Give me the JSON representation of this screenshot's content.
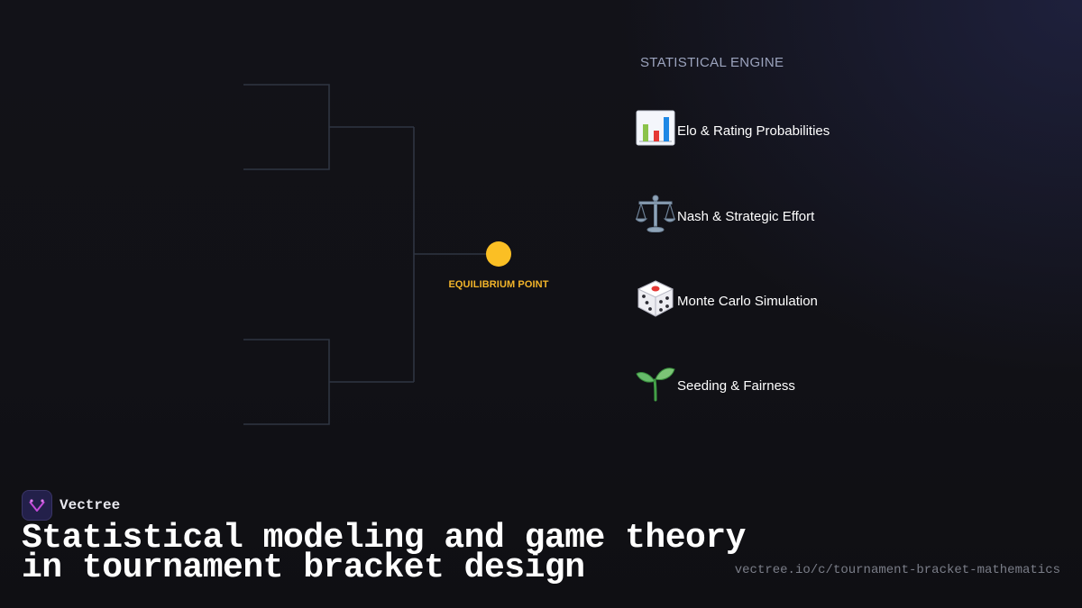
{
  "diagram": {
    "node_label": "EQUILIBRIUM POINT",
    "node_color": "#fbbf24",
    "line_color": "#2f3542"
  },
  "engine": {
    "heading": "STATISTICAL ENGINE",
    "features": [
      {
        "icon": "bar-chart-icon",
        "label": "Elo & Rating Probabilities"
      },
      {
        "icon": "balance-scale-icon",
        "label": "Nash & Strategic Effort"
      },
      {
        "icon": "dice-icon",
        "label": "Monte Carlo Simulation"
      },
      {
        "icon": "seedling-icon",
        "label": "Seeding & Fairness"
      }
    ]
  },
  "brand": {
    "name": "Vectree",
    "accent": "#c34bd8"
  },
  "headline": {
    "line1": "Statistical modeling and game theory",
    "line2": "in tournament bracket design"
  },
  "footer": {
    "url": "vectree.io/c/tournament-bracket-mathematics"
  }
}
